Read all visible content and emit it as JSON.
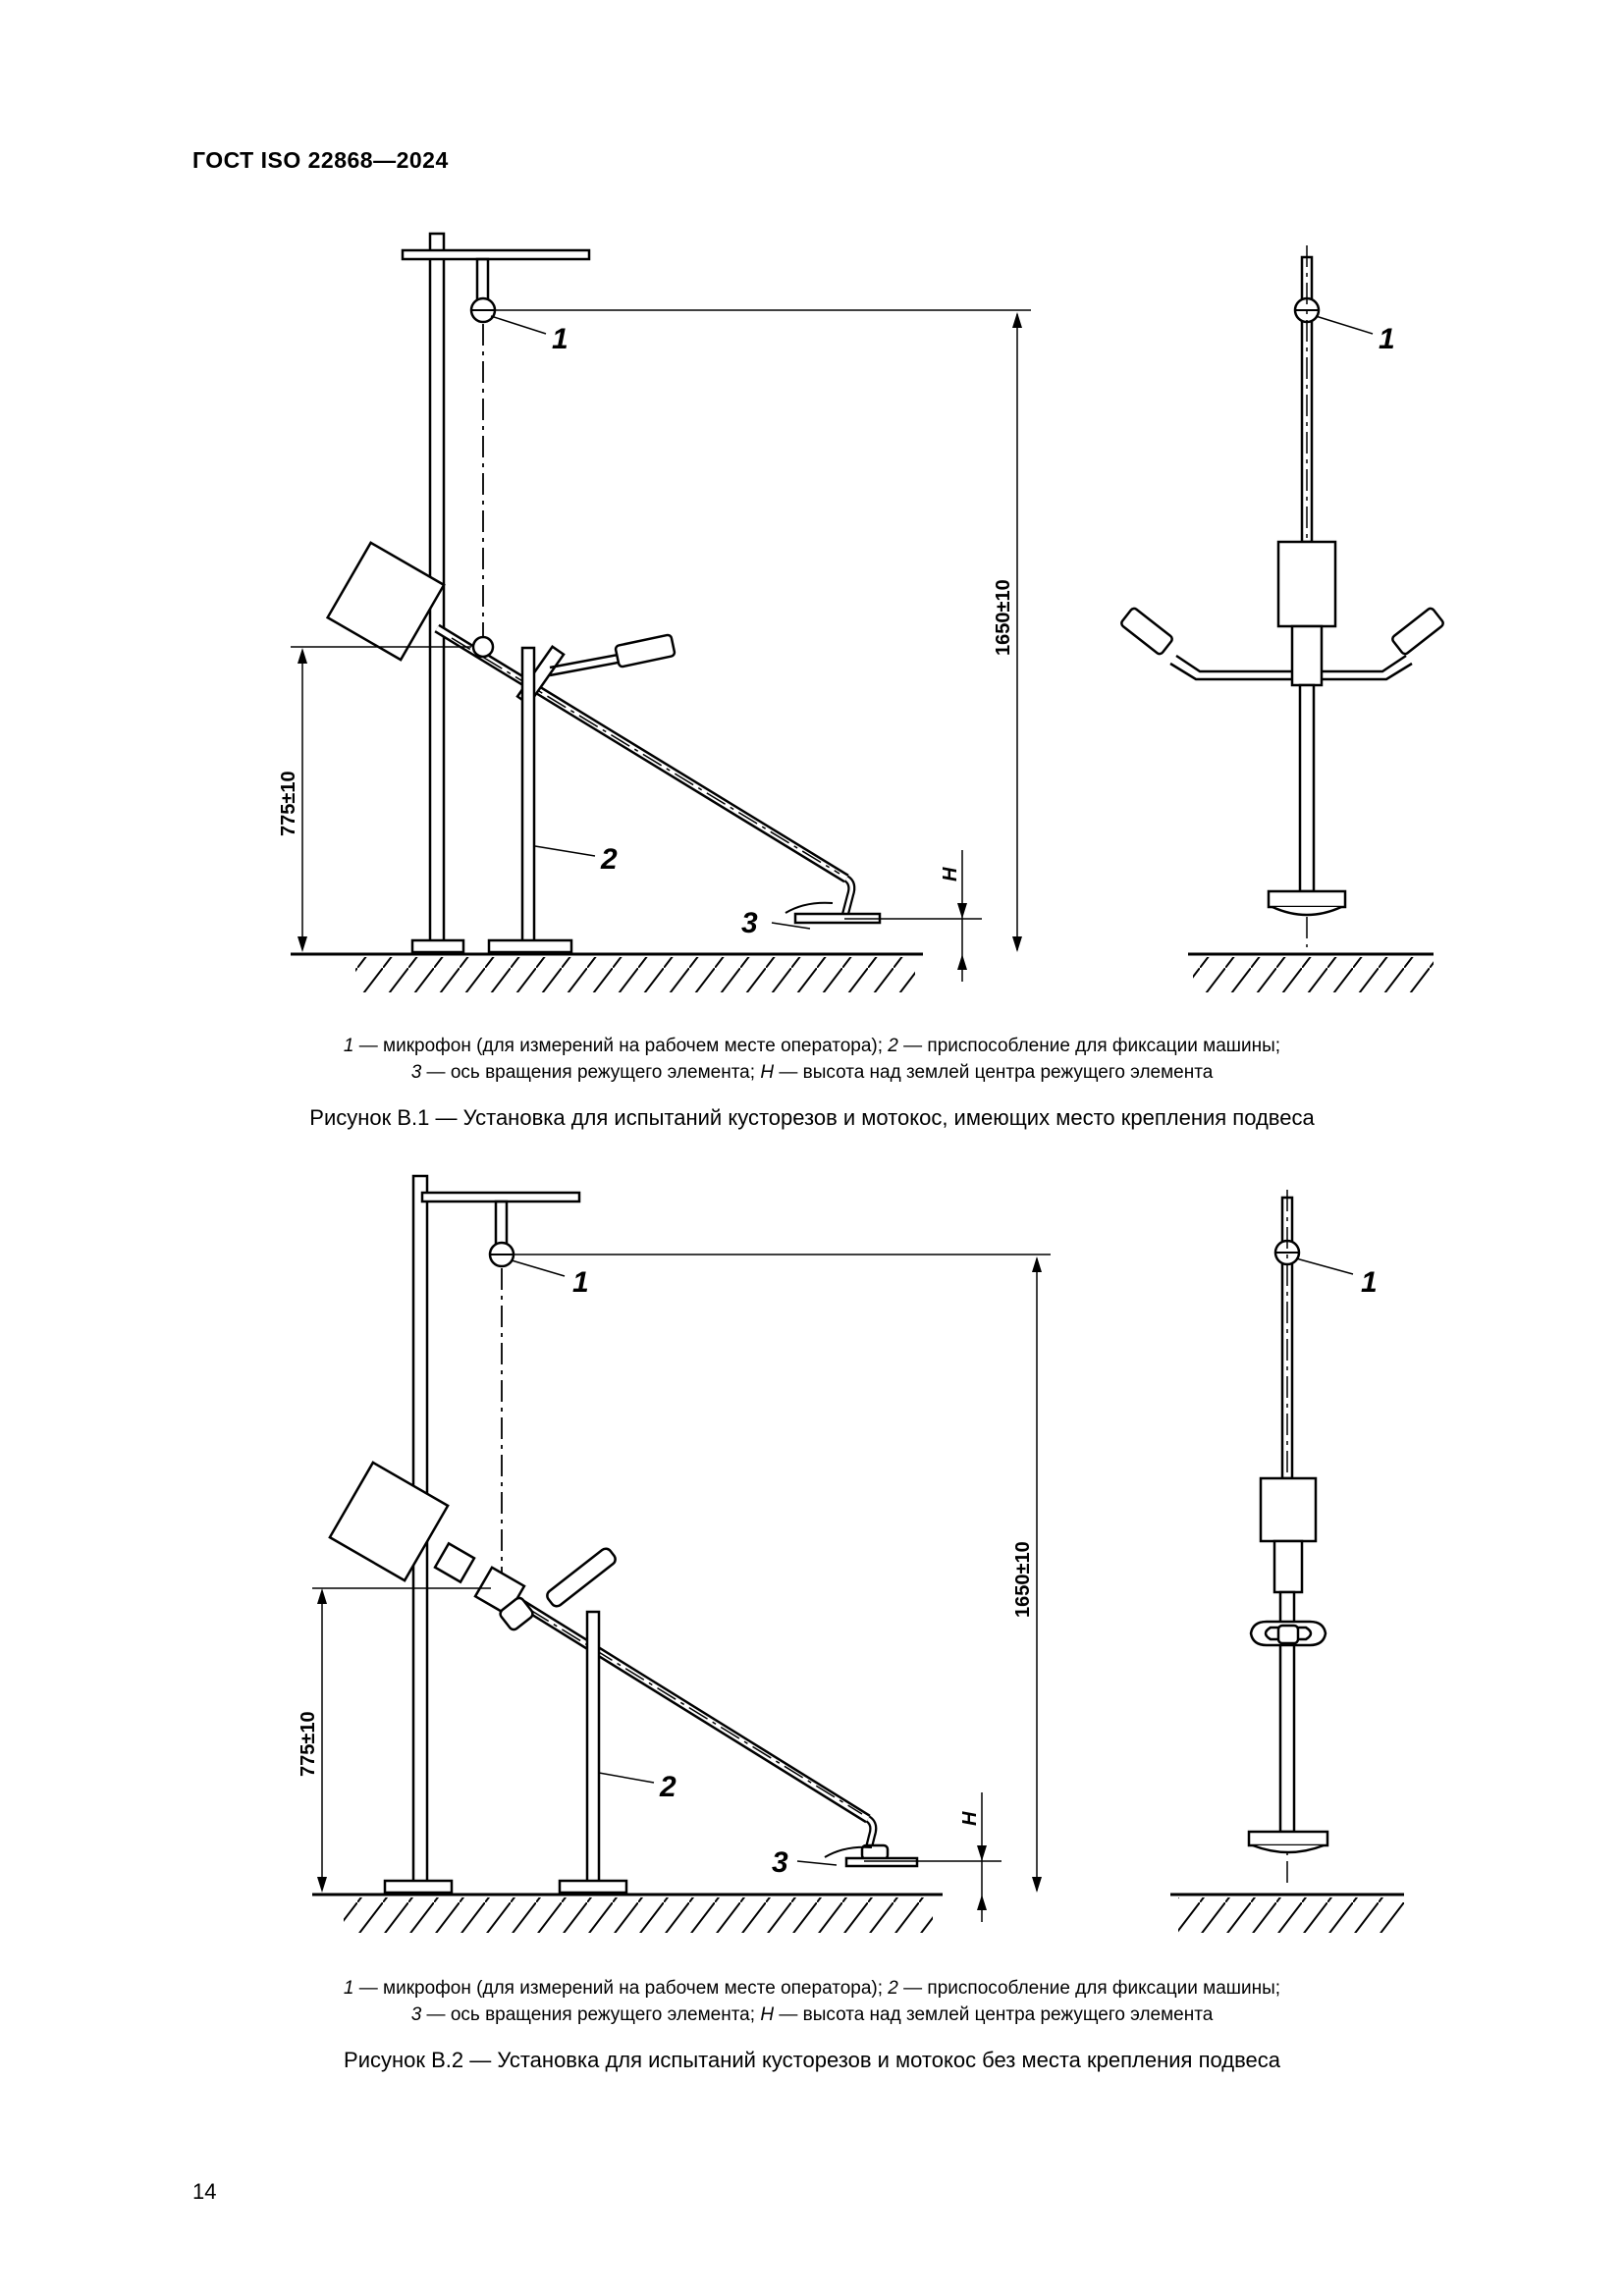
{
  "header": {
    "standard": "ГОСТ ISO 22868—2024"
  },
  "figure1": {
    "labels": {
      "microphone": "1",
      "fixture": "2",
      "axis": "3",
      "height_letter": "H"
    },
    "dims": {
      "mic_height": "1650±10",
      "mount_height": "775±10"
    },
    "legend": {
      "n1": "1",
      "t1": " — микрофон (для измерений на рабочем месте оператора); ",
      "n2": "2",
      "t2": " — приспособление для фиксации машины;",
      "n3": "3",
      "t3": " — ось вращения режущего элемента; ",
      "n4": "H",
      "t4": " — высота над землей центра режущего элемента"
    },
    "caption": "Рисунок B.1 — Установка для испытаний кусторезов и мотокос, имеющих место крепления подвеса"
  },
  "figure2": {
    "labels": {
      "microphone": "1",
      "fixture": "2",
      "axis": "3",
      "height_letter": "H"
    },
    "dims": {
      "mic_height": "1650±10",
      "mount_height": "775±10"
    },
    "legend": {
      "n1": "1",
      "t1": " — микрофон (для измерений на рабочем месте оператора); ",
      "n2": "2",
      "t2": " — приспособление для фиксации машины;",
      "n3": "3",
      "t3": " — ось вращения режущего элемента; ",
      "n4": "H",
      "t4": " — высота над землей центра режущего элемента"
    },
    "caption": "Рисунок B.2 — Установка для испытаний кусторезов и мотокос без места крепления подвеса"
  },
  "page_number": "14"
}
